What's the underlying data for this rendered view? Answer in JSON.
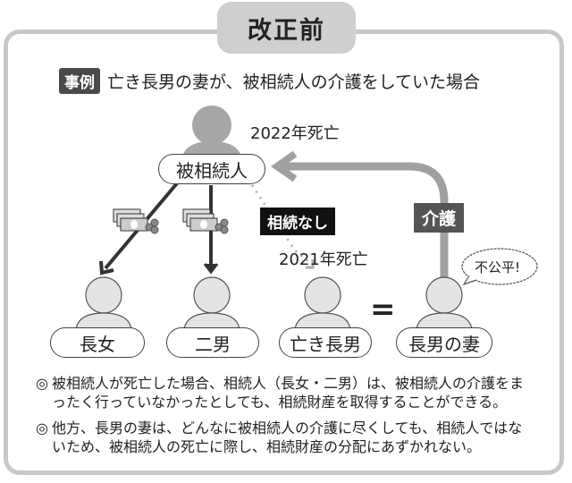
{
  "title": "改正前",
  "case": {
    "badge": "事例",
    "text": "亡き長男の妻が、被相続人の介護をしていた場合"
  },
  "people": {
    "decedent": {
      "label": "被相続人",
      "note": "2022年死亡"
    },
    "eldest_daughter": {
      "label": "長女"
    },
    "second_son": {
      "label": "二男"
    },
    "late_eldest_son": {
      "label": "亡き長男",
      "note": "2021年死亡"
    },
    "eldest_son_wife": {
      "label": "長男の妻",
      "speech": "不公平!"
    }
  },
  "tags": {
    "no_inheritance": "相続なし",
    "care": "介護"
  },
  "equals_sign": "=",
  "notes": [
    {
      "mark": "◎",
      "text": "被相続人が死亡した場合、相続人（長女・二男）は、被相続人の介護をまったく行っていなかったとしても、相続財産を取得することができる。"
    },
    {
      "mark": "◎",
      "text": "他方、長男の妻は、どんなに被相続人の介護に尽くしても、相続人ではないため、被相続人の死亡に際し、相続財産の分配にあずかれない。"
    }
  ],
  "colors": {
    "frame": "#c8c8c8",
    "title_tab": "#cfcfcf",
    "decedent_figure": "#a6a6a6",
    "person_figure": "#e4e4e4",
    "care_arrow": "#a0a0a0",
    "black_tag": "#111111",
    "dark_tag": "#555555"
  }
}
